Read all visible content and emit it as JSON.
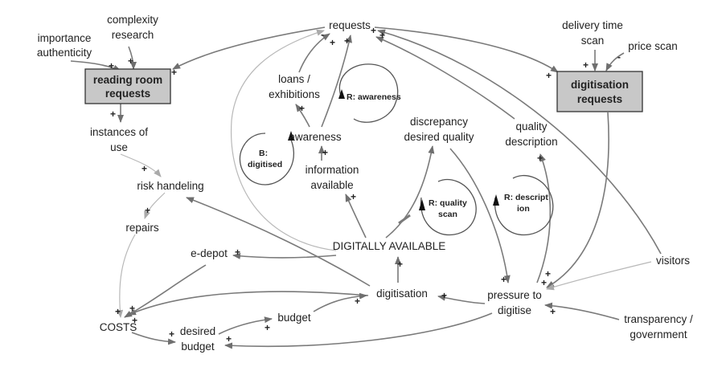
{
  "nodes": {
    "requests": "requests",
    "importance": [
      "importance",
      "authenticity"
    ],
    "complexity": [
      "complexity",
      "research"
    ],
    "reading_room": [
      "reading room",
      "requests"
    ],
    "delivery_time": [
      "delivery time",
      "scan"
    ],
    "price_scan": "price scan",
    "digitisation_requests": [
      "digitisation",
      "requests"
    ],
    "instances": [
      "instances of",
      "use"
    ],
    "loans": [
      "loans /",
      "exhibitions"
    ],
    "awareness": "awareness",
    "discrepancy": [
      "discrepancy",
      "desired quality"
    ],
    "quality_description": [
      "quality",
      "description"
    ],
    "information": [
      "information",
      "available"
    ],
    "risk": "risk handeling",
    "repairs": "repairs",
    "edepot": "e-depot",
    "digitally_available": "DIGITALLY AVAILABLE",
    "visitors": "visitors",
    "digitisation": "digitisation",
    "pressure": [
      "pressure to",
      "digitise"
    ],
    "costs": "COSTS",
    "budget": "budget",
    "desired_budget": [
      "desired",
      "budget"
    ],
    "transparency": [
      "transparency /",
      "government"
    ]
  },
  "loops": {
    "awareness": "R: awareness",
    "digitised": [
      "B:",
      "digitised"
    ],
    "quality_scan": [
      "R: quality",
      "scan"
    ],
    "description": [
      "R: descript",
      "ion"
    ]
  },
  "signs": {
    "plus": "+",
    "minus": "-"
  },
  "colors": {
    "stock_fill": "#c8c8c8",
    "link": "#7a7a7a",
    "link_light": "#b8b8b8"
  }
}
